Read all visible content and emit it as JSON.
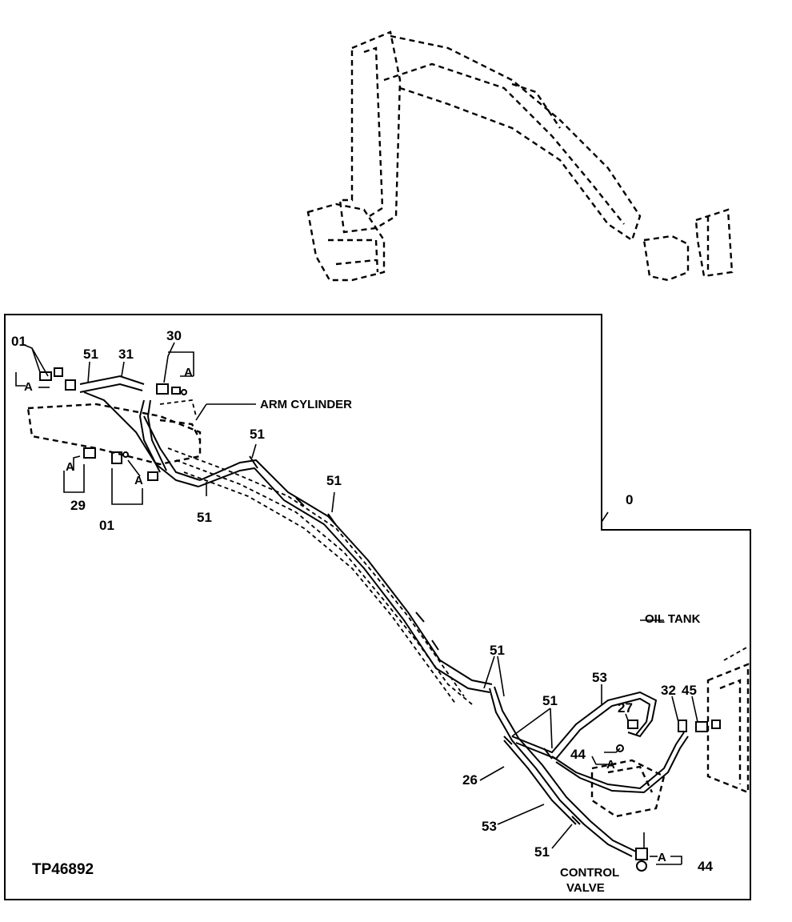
{
  "figure_id": "TP46892",
  "callouts": {
    "c01_top": "01",
    "c51_top": "51",
    "c31": "31",
    "c30": "30",
    "a_top_left": "A",
    "a_top_right": "A",
    "a_left_lower": "A",
    "a_mid_lower": "A",
    "c29": "29",
    "c01_bottom": "01",
    "c51_lower_left": "51",
    "c51_upper_mid": "51",
    "c51_mid": "51",
    "c0": "0",
    "c51_right_upper": "51",
    "c51_right_mid": "51",
    "c53_upper": "53",
    "c27": "27",
    "c32": "32",
    "c45": "45",
    "c44_upper": "44",
    "a_right_mid": "A",
    "c26": "26",
    "c53_lower": "53",
    "c51_lower_right": "51",
    "a_right_lower": "A",
    "c44_lower": "44"
  },
  "labels": {
    "arm_cylinder": "ARM CYLINDER",
    "oil_tank": "OIL TANK",
    "control_valve_line1": "CONTROL",
    "control_valve_line2": "VALVE"
  }
}
